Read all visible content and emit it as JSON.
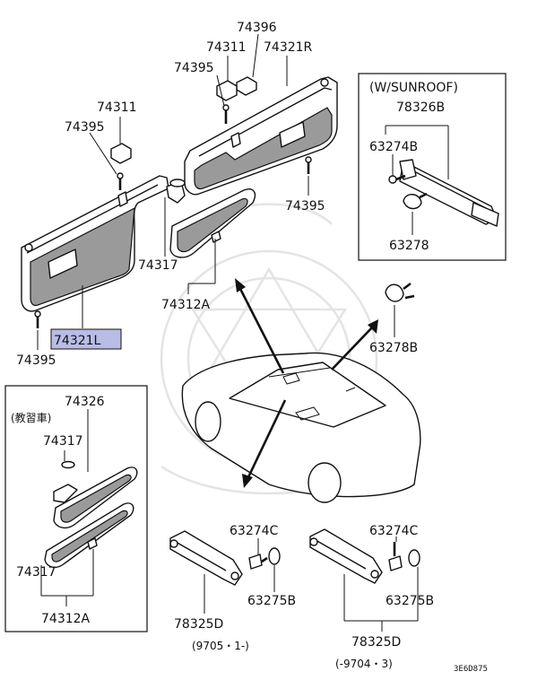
{
  "labels": {
    "p74396": "74396",
    "p74311_top": "74311",
    "p74321R": "74321R",
    "p74395_top": "74395",
    "p74311_left": "74311",
    "p74395_left": "74395",
    "p74395_mid": "74395",
    "p74317_mid": "74317",
    "p74312A_mid": "74312A",
    "p74321L": "74321L",
    "p74395_bottom": "74395",
    "sunroof_title": "(W/SUNROOF)",
    "p78326B": "78326B",
    "p63274B": "63274B",
    "p63278": "63278",
    "p63278B": "63278B",
    "p74326": "74326",
    "kyoshu": "(教習車)",
    "p74317_box_top": "74317",
    "p74317_box_bottom": "74317",
    "p74312A_box": "74312A",
    "p63274C_a": "63274C",
    "p63275B_a": "63275B",
    "p78325D_a": "78325D",
    "date_a": "(9705・1-)",
    "p63274C_b": "63274C",
    "p63275B_b": "63275B",
    "p78325D_b": "78325D",
    "date_b": "(-9704・3)",
    "diagram_code": "3E6D875"
  },
  "highlight_color": "#b9bde6"
}
